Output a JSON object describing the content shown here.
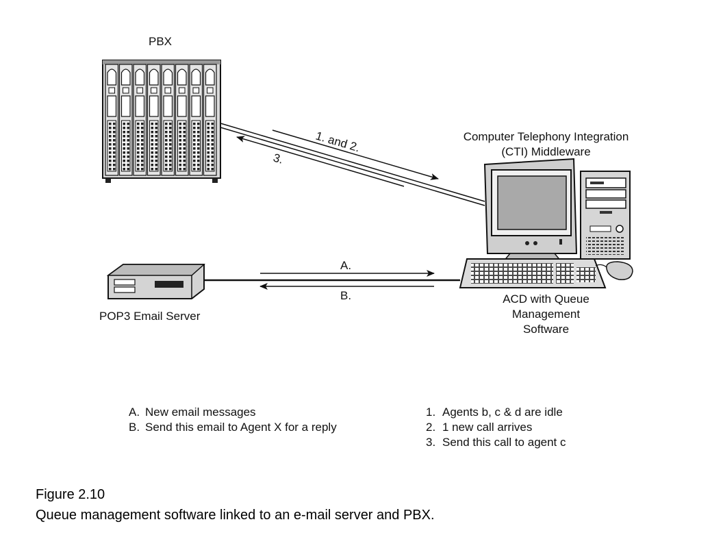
{
  "labels": {
    "pbx": "PBX",
    "cti_line1": "Computer Telephony Integration",
    "cti_line2": "(CTI) Middleware",
    "pop3": "POP3 Email Server",
    "acd_line1": "ACD with Queue",
    "acd_line2": "Management",
    "acd_line3": "Software"
  },
  "arrows": {
    "pbx_to_cti": "1. and 2.",
    "cti_to_pbx": "3.",
    "email_to_acd": "A.",
    "acd_to_email": "B."
  },
  "legend_letters": [
    {
      "key": "A.",
      "text": "New email messages"
    },
    {
      "key": "B.",
      "text": "Send this email to Agent X for a reply"
    }
  ],
  "legend_numbers": [
    {
      "key": "1.",
      "text": "Agents b, c & d are idle"
    },
    {
      "key": "2.",
      "text": "1 new call arrives"
    },
    {
      "key": "3.",
      "text": "Send this call to agent c"
    }
  ],
  "caption": {
    "figure": "Figure 2.10",
    "text": "Queue management software linked to an e-mail server and PBX."
  }
}
